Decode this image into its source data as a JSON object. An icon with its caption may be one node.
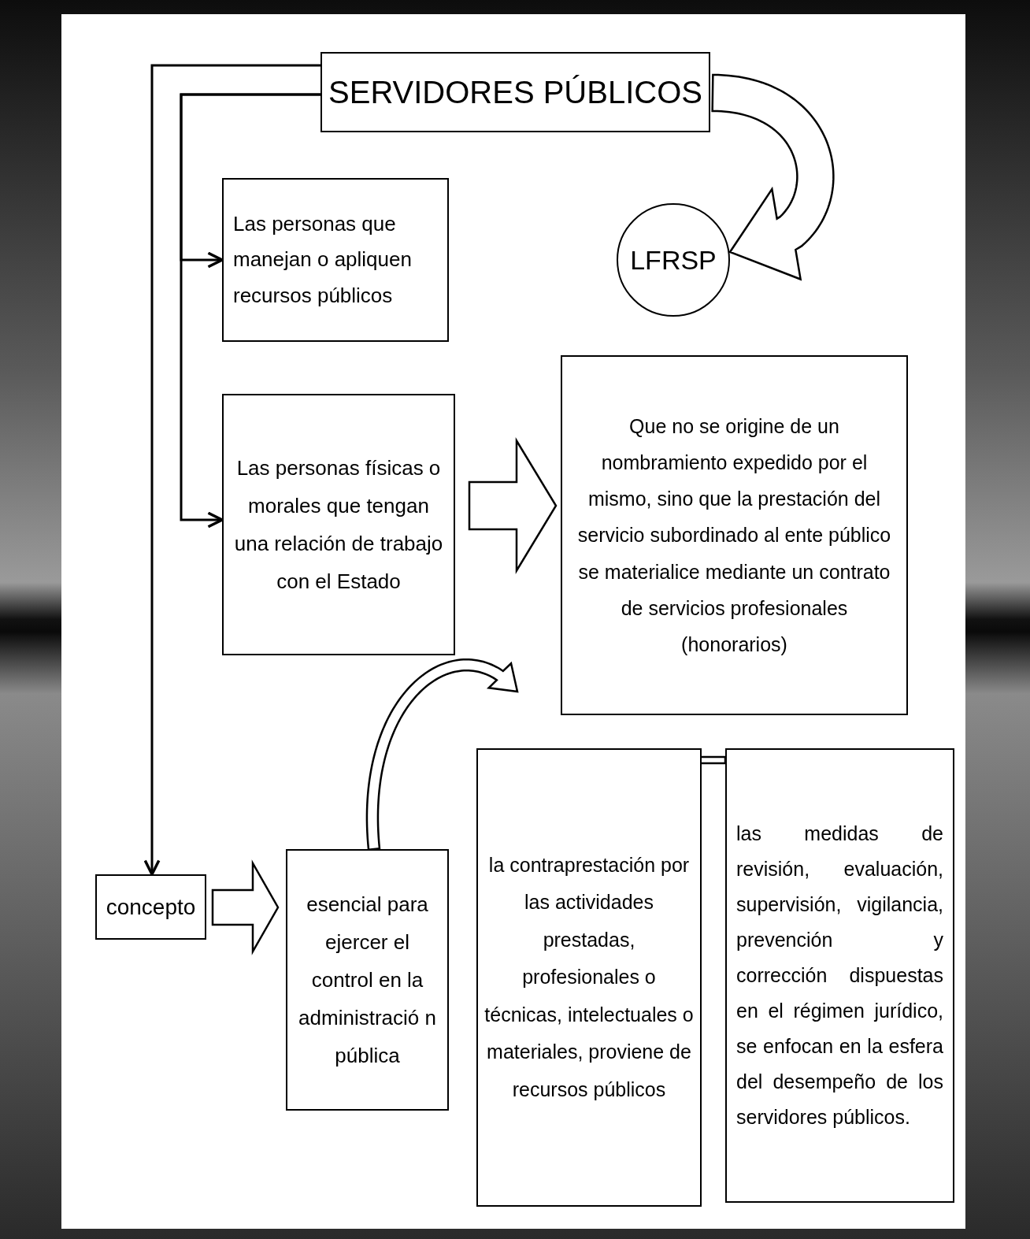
{
  "diagram": {
    "nodes": [
      {
        "text": [
          "SERVIDORES PÚBLICOS"
        ]
      },
      {
        "text": [
          "LFRSP"
        ]
      },
      {
        "text": [
          "Las personas que manejan o apliquen recursos públicos"
        ]
      },
      {
        "text": [
          "Las personas físicas o morales que tengan una relación de trabajo con el Estado"
        ]
      },
      {
        "text": [
          "Que no se origine de un nombramiento expedido por el mismo, sino que la prestación del servicio subordinado al ente público se materialice mediante un contrato de servicios profesionales (honorarios)"
        ]
      },
      {
        "text": [
          "concepto"
        ]
      },
      {
        "text": [
          "esencial para ejercer el control en la administració n pública"
        ]
      },
      {
        "text": [
          "la contraprestación por las actividades prestadas, profesionales o técnicas, intelectuales o materiales, proviene de recursos públicos"
        ]
      },
      {
        "text": [
          "las medidas de revisión, evaluación, supervisión, vigilancia, prevención y corrección dispuestas en el régimen jurídico, se enfocan en la esfera del desempeño de los servidores públicos."
        ]
      }
    ],
    "edges": [
      {
        "from": 0,
        "to": 5,
        "arrow": "to"
      },
      {
        "from": 0,
        "to": 2,
        "arrow": "to"
      },
      {
        "from": 0,
        "to": 3,
        "arrow": "to"
      },
      {
        "from": 0,
        "to": 1,
        "arrow": "to"
      },
      {
        "from": 3,
        "to": 4,
        "arrow": "to"
      },
      {
        "from": 5,
        "to": 6,
        "arrow": "to"
      },
      {
        "from": 6,
        "to": 7,
        "arrow": "to"
      },
      {
        "from": 7,
        "to": 8,
        "arrow": "none"
      }
    ]
  }
}
